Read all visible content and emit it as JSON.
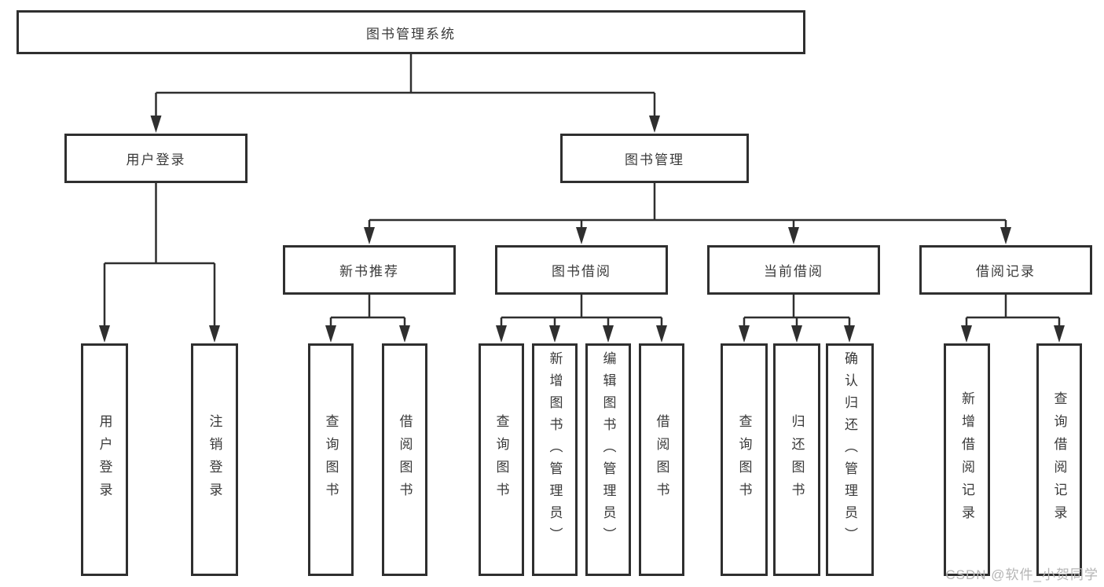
{
  "watermark": {
    "text": "CSDN @软件_小贺同学"
  },
  "colors": {
    "line": "#2f2f2f",
    "box_border": "#2f2f2f",
    "text": "#3a3a3a",
    "watermark": "#b5b5b5",
    "background": "#ffffff"
  },
  "tree": {
    "root": {
      "label": "图书管理系统"
    },
    "branches": [
      {
        "label": "用户登录",
        "children": [
          {
            "label": "用户登录"
          },
          {
            "label": "注销登录"
          }
        ]
      },
      {
        "label": "图书管理",
        "children": [
          {
            "label": "新书推荐",
            "children": [
              {
                "label": "查询图书"
              },
              {
                "label": "借阅图书"
              }
            ]
          },
          {
            "label": "图书借阅",
            "children": [
              {
                "label": "查询图书"
              },
              {
                "label": "新增图书（管理员）"
              },
              {
                "label": "编辑图书（管理员）"
              },
              {
                "label": "借阅图书"
              }
            ]
          },
          {
            "label": "当前借阅",
            "children": [
              {
                "label": "查询图书"
              },
              {
                "label": "归还图书"
              },
              {
                "label": "确认归还（管理员）"
              }
            ]
          },
          {
            "label": "借阅记录",
            "children": [
              {
                "label": "新增借阅记录"
              },
              {
                "label": "查询借阅记录"
              }
            ]
          }
        ]
      }
    ]
  }
}
